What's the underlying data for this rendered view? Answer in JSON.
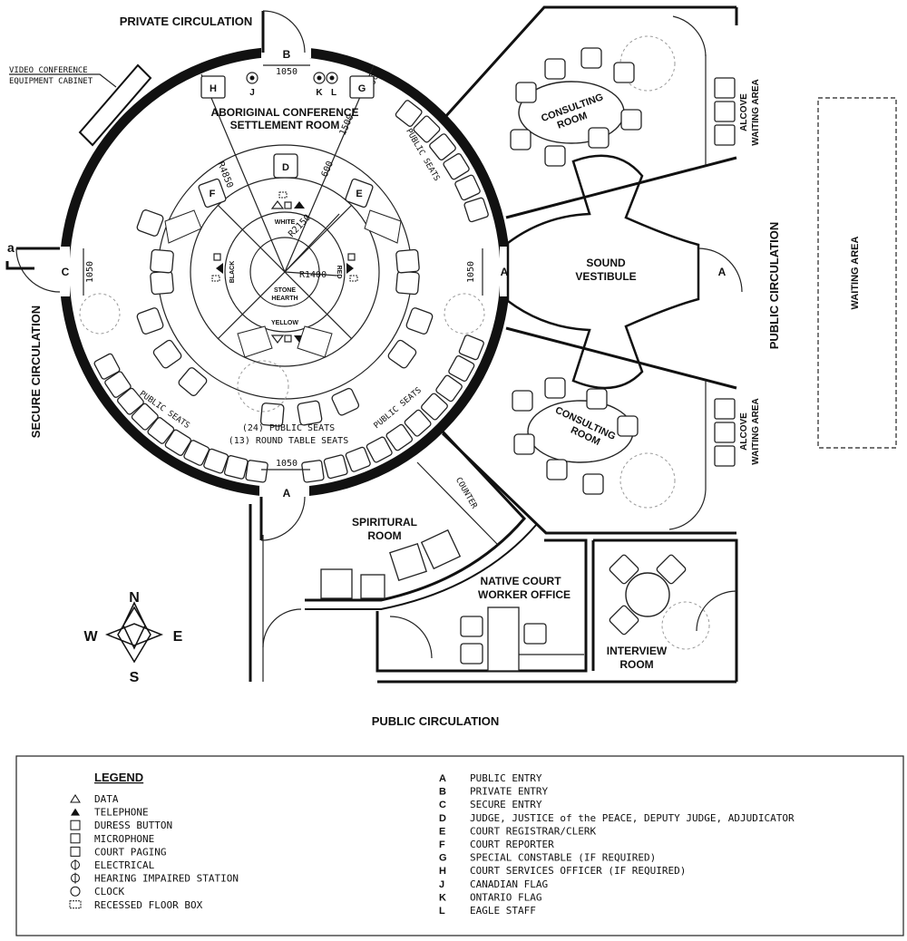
{
  "circulation": {
    "private": "PRIVATE CIRCULATION",
    "secure": "SECURE CIRCULATION",
    "public_east": "PUBLIC CIRCULATION",
    "public_south": "PUBLIC CIRCULATION",
    "waiting_area": "WAITING AREA"
  },
  "cabinet_label": [
    "VIDEO CONFERENCE",
    "EQUIPMENT CABINET"
  ],
  "room": {
    "title_1": "ABORIGINAL CONFERENCE",
    "title_2": "SETTLEMENT ROOM",
    "hearth_1": "STONE",
    "hearth_2": "HEARTH",
    "quadrants": {
      "north": "WHITE",
      "west": "BLACK",
      "south": "YELLOW",
      "east": "RED"
    },
    "public_seats": "PUBLIC SEATS",
    "summary_1": "(24) PUBLIC SEATS",
    "summary_2": "(13) ROUND TABLE SEATS"
  },
  "dimensions": {
    "d1050": "1050",
    "r4850": "R4850",
    "r2150": "R2150",
    "r1400": "R1400",
    "d1500": "1500",
    "d600": "600"
  },
  "position_letters": [
    "A",
    "B",
    "C",
    "D",
    "E",
    "F",
    "G",
    "H",
    "J",
    "K",
    "L"
  ],
  "section_marker": "a",
  "rooms": {
    "consulting": [
      "CONSULTING",
      "ROOM"
    ],
    "alcove": [
      "ALCOVE",
      "WAITING AREA"
    ],
    "sound_vestibule": [
      "SOUND",
      "VESTIBULE"
    ],
    "spiritual": [
      "SPIRITURAL",
      "ROOM"
    ],
    "counter": "COUNTER",
    "native_court": [
      "NATIVE COURT",
      "WORKER OFFICE"
    ],
    "interview": [
      "INTERVIEW",
      "ROOM"
    ]
  },
  "compass": {
    "n": "N",
    "s": "S",
    "e": "E",
    "w": "W"
  },
  "legend": {
    "title": "LEGEND",
    "symbols": [
      {
        "icon": "data-triangle",
        "label": "DATA"
      },
      {
        "icon": "telephone-triangle",
        "label": "TELEPHONE"
      },
      {
        "icon": "duress-button",
        "label": "DURESS BUTTON"
      },
      {
        "icon": "microphone",
        "label": "MICROPHONE"
      },
      {
        "icon": "court-paging",
        "label": "COURT PAGING"
      },
      {
        "icon": "electrical",
        "label": "ELECTRICAL"
      },
      {
        "icon": "hearing-impaired",
        "label": "HEARING IMPAIRED STATION"
      },
      {
        "icon": "clock",
        "label": "CLOCK"
      },
      {
        "icon": "floor-box",
        "label": "RECESSED FLOOR BOX"
      }
    ],
    "keys": [
      {
        "key": "A",
        "label": "PUBLIC ENTRY"
      },
      {
        "key": "B",
        "label": "PRIVATE ENTRY"
      },
      {
        "key": "C",
        "label": "SECURE ENTRY"
      },
      {
        "key": "D",
        "label": "JUDGE, JUSTICE of the PEACE, DEPUTY JUDGE, ADJUDICATOR"
      },
      {
        "key": "E",
        "label": "COURT REGISTRAR/CLERK"
      },
      {
        "key": "F",
        "label": "COURT REPORTER"
      },
      {
        "key": "G",
        "label": "SPECIAL CONSTABLE (IF REQUIRED)"
      },
      {
        "key": "H",
        "label": "COURT SERVICES OFFICER (IF REQUIRED)"
      },
      {
        "key": "J",
        "label": "CANADIAN FLAG"
      },
      {
        "key": "K",
        "label": "ONTARIO FLAG"
      },
      {
        "key": "L",
        "label": "EAGLE STAFF"
      }
    ]
  }
}
